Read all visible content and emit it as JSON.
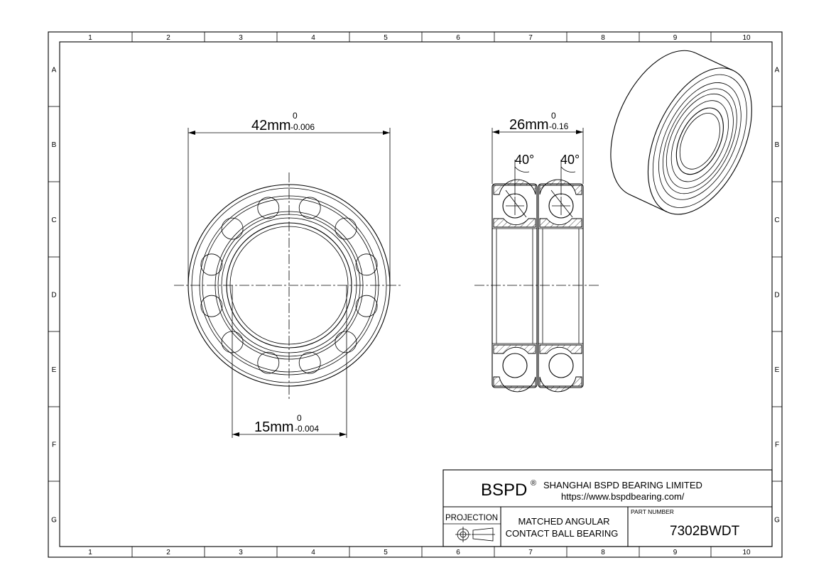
{
  "frame": {
    "col_labels": [
      "1",
      "2",
      "3",
      "4",
      "5",
      "6",
      "7",
      "8",
      "9",
      "10"
    ],
    "row_labels": [
      "A",
      "B",
      "C",
      "D",
      "E",
      "F",
      "G"
    ]
  },
  "dimensions": {
    "outer_diameter": {
      "value": "42mm",
      "upper_tol": "0",
      "lower_tol": "-0.006"
    },
    "bore": {
      "value": "15mm",
      "upper_tol": "0",
      "lower_tol": "-0.004"
    },
    "width": {
      "value": "26mm",
      "upper_tol": "0",
      "lower_tol": "-0.16"
    },
    "contact_angle_left": "40°",
    "contact_angle_right": "40°"
  },
  "title_block": {
    "brand": "BSPD",
    "registered_mark": "®",
    "company": "SHANGHAI BSPD BEARING LIMITED",
    "website": "https://www.bspdbearing.com/",
    "projection_label": "PROJECTION",
    "description_line1": "MATCHED ANGULAR",
    "description_line2": "CONTACT BALL BEARING",
    "part_number_label": "PART NUMBER",
    "part_number": "7302BWDT"
  },
  "icons": {
    "projection_symbol": "first-angle-projection-icon"
  }
}
